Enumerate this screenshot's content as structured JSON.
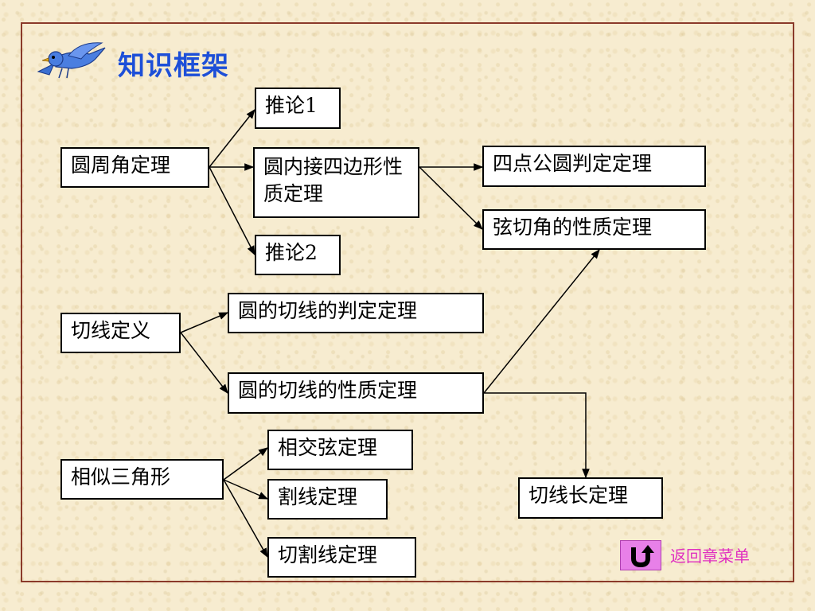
{
  "title": "知识框架",
  "nodes": {
    "yuan_zhou_jiao": "圆周角定理",
    "tui_lun_1": "推论1",
    "nei_jie_si_bian": "圆内接四边形性质定理",
    "tui_lun_2": "推论2",
    "si_dian_gong_yuan": "四点公圆判定定理",
    "xian_qie_jiao": "弦切角的性质定理",
    "qie_xian_ding_yi": "切线定义",
    "qie_xian_pan_ding": "圆的切线的判定定理",
    "qie_xian_xing_zhi": "圆的切线的性质定理",
    "qie_xian_chang": "切线长定理",
    "xiang_si_san_jiao": "相似三角形",
    "xiang_jiao_xian": "相交弦定理",
    "ge_xian": "割线定理",
    "qie_ge_xian": "切割线定理"
  },
  "edges": [
    [
      "yuan_zhou_jiao",
      "tui_lun_1"
    ],
    [
      "yuan_zhou_jiao",
      "nei_jie_si_bian"
    ],
    [
      "yuan_zhou_jiao",
      "tui_lun_2"
    ],
    [
      "nei_jie_si_bian",
      "si_dian_gong_yuan"
    ],
    [
      "nei_jie_si_bian",
      "xian_qie_jiao"
    ],
    [
      "qie_xian_ding_yi",
      "qie_xian_pan_ding"
    ],
    [
      "qie_xian_ding_yi",
      "qie_xian_xing_zhi"
    ],
    [
      "qie_xian_xing_zhi",
      "xian_qie_jiao"
    ],
    [
      "qie_xian_xing_zhi",
      "qie_xian_chang"
    ],
    [
      "xiang_si_san_jiao",
      "xiang_jiao_xian"
    ],
    [
      "xiang_si_san_jiao",
      "ge_xian"
    ],
    [
      "xiang_si_san_jiao",
      "qie_ge_xian"
    ]
  ],
  "back_link": {
    "label": "返回章菜单",
    "icon": "u-turn-icon"
  },
  "colors": {
    "title": "#1d4fd8",
    "frame": "#8b3a2a",
    "back_button": "#e880e8",
    "back_label": "#e030c0",
    "bird": "#4a7ee0"
  }
}
